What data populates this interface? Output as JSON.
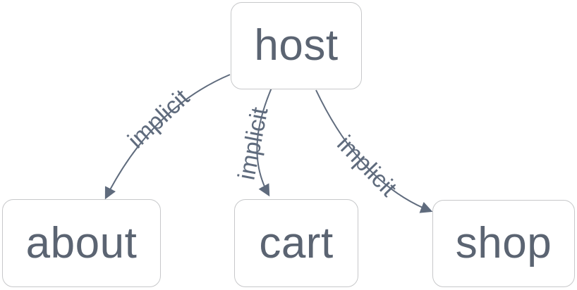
{
  "diagram": {
    "type": "graph",
    "nodes": [
      {
        "id": "host",
        "label": "host"
      },
      {
        "id": "about",
        "label": "about"
      },
      {
        "id": "cart",
        "label": "cart"
      },
      {
        "id": "shop",
        "label": "shop"
      }
    ],
    "edges": [
      {
        "from": "host",
        "to": "about",
        "label": "implicit"
      },
      {
        "from": "host",
        "to": "cart",
        "label": "implicit"
      },
      {
        "from": "host",
        "to": "shop",
        "label": "implicit"
      }
    ],
    "colors": {
      "node_border": "#c7c8ca",
      "node_text": "#5b6472",
      "edge": "#5f6b7d",
      "background": "#ffffff"
    }
  }
}
